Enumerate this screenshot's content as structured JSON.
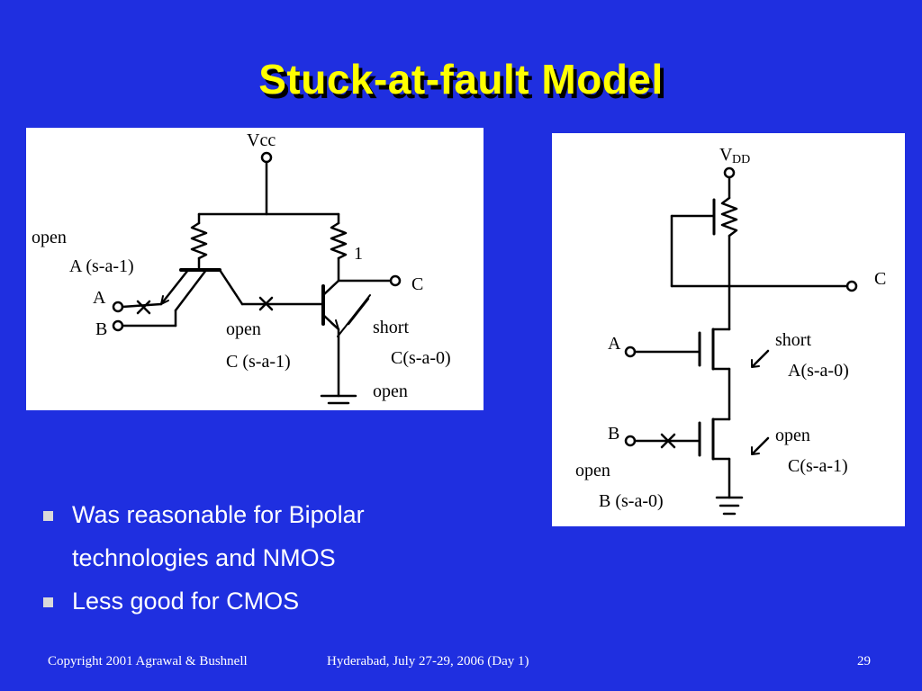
{
  "slide": {
    "title": "Stuck-at-fault Model",
    "bullets": [
      {
        "line1": "Was reasonable for  Bipolar",
        "line2": "technologies and NMOS"
      },
      {
        "line1": "Less good for CMOS"
      }
    ],
    "footer": {
      "copyright": "Copyright 2001 Agrawal & Bushnell",
      "event": "Hyderabad, July 27-29, 2006 (Day 1)",
      "page": "29"
    }
  },
  "bipolar_figure": {
    "labels": {
      "vcc": "Vcc",
      "open_top": "open",
      "a_sa1": "A (s-a-1)",
      "a": "A",
      "b": "B",
      "resistor_one": "1",
      "c": "C",
      "short": "short",
      "open_mid": "open",
      "c_sa0": "C(s-a-0)",
      "c_sa1": "C (s-a-1)",
      "open_bottom": "open"
    }
  },
  "nmos_figure": {
    "labels": {
      "v": "V",
      "dd": "DD",
      "c": "C",
      "a": "A",
      "short": "short",
      "a_sa0": "A(s-a-0)",
      "b": "B",
      "open_right": "open",
      "c_sa1": "C(s-a-1)",
      "open_left": "open",
      "b_sa0": "B (s-a-0)"
    }
  }
}
